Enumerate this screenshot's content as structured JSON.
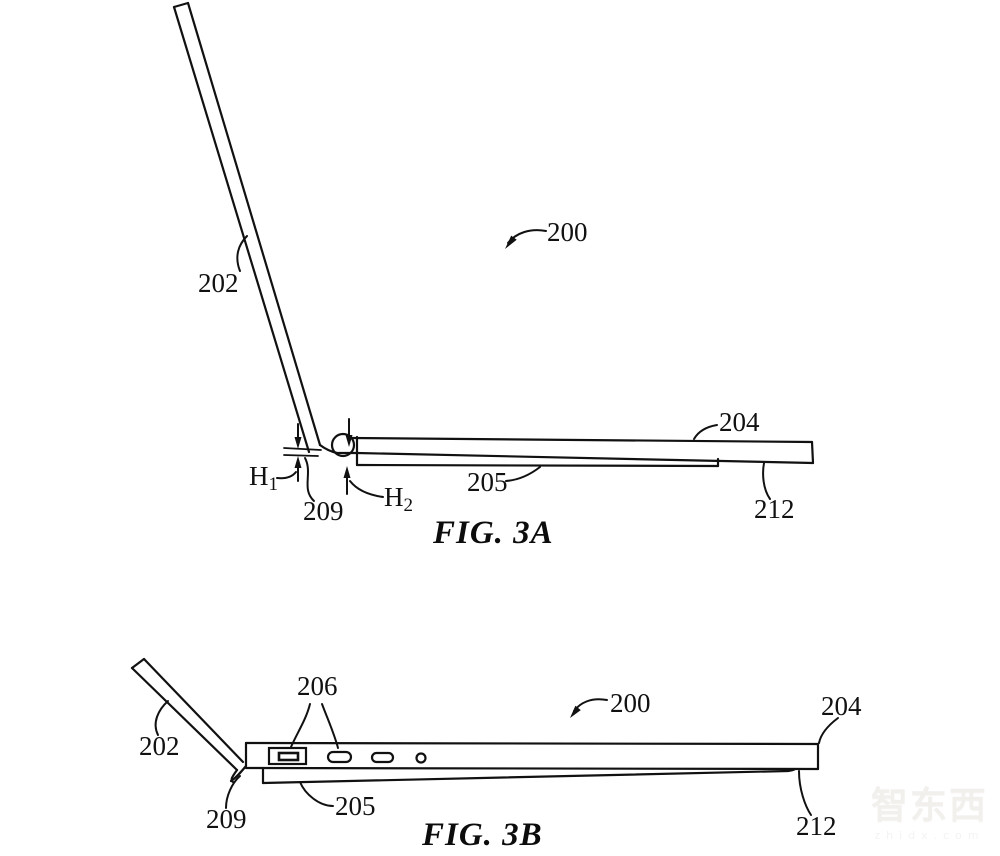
{
  "figure_3a": {
    "caption": "FIG. 3A",
    "labels": {
      "device": "200",
      "lid": "202",
      "top_case": "204",
      "bottom_case": "205",
      "hinge": "209",
      "edge": "212",
      "h1_base": "H",
      "h1_sub": "1",
      "h2_base": "H",
      "h2_sub": "2"
    }
  },
  "figure_3b": {
    "caption": "FIG. 3B",
    "labels": {
      "device": "200",
      "lid": "202",
      "top_case": "204",
      "bottom_case": "205",
      "ports": "206",
      "hinge": "209",
      "edge": "212"
    }
  },
  "watermark": {
    "logo_text": "智东西",
    "url_text": "zhidx.com"
  },
  "colors": {
    "line": "#111111",
    "background": "#ffffff"
  }
}
